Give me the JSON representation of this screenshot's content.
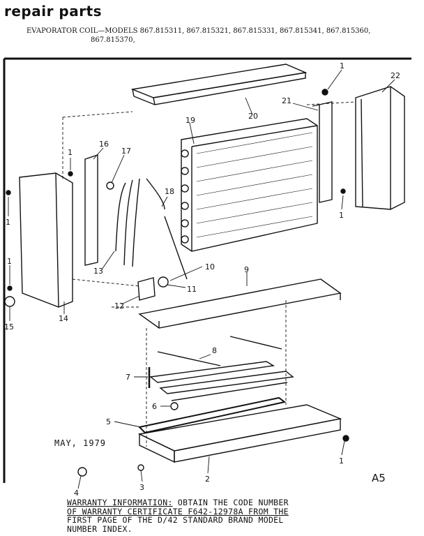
{
  "header": {
    "title": "repair parts",
    "subtitle_lines": [
      "EVAPORATOR COIL—MODELS 867.815311, 867.815321, 867.815331, 867.815341, 867.815360,",
      "867.815370,"
    ]
  },
  "footer": {
    "date": "MAY, 1979",
    "page_code": "A5",
    "warranty_heading": "WARRANTY INFORMATION:",
    "warranty_lines": [
      " OBTAIN THE CODE NUMBER",
      "OF WARRANTY CERTIFICATE F642-12978A FROM THE",
      "FIRST PAGE OF THE D/42 STANDARD BRAND MODEL",
      "NUMBER INDEX."
    ]
  },
  "callouts": [
    {
      "id": "callout-1-top-right",
      "text": "1"
    },
    {
      "id": "callout-22",
      "text": "22"
    },
    {
      "id": "callout-21",
      "text": "21"
    },
    {
      "id": "callout-20",
      "text": "20"
    },
    {
      "id": "callout-19",
      "text": "19"
    },
    {
      "id": "callout-16",
      "text": "16"
    },
    {
      "id": "callout-17",
      "text": "17"
    },
    {
      "id": "callout-1-upper-left",
      "text": "1"
    },
    {
      "id": "callout-1-left",
      "text": "1"
    },
    {
      "id": "callout-18",
      "text": "18"
    },
    {
      "id": "callout-1-right",
      "text": "1"
    },
    {
      "id": "callout-13",
      "text": "13"
    },
    {
      "id": "callout-10",
      "text": "10"
    },
    {
      "id": "callout-11",
      "text": "11"
    },
    {
      "id": "callout-9",
      "text": "9"
    },
    {
      "id": "callout-1-lower-left",
      "text": "1"
    },
    {
      "id": "callout-12",
      "text": "12"
    },
    {
      "id": "callout-14",
      "text": "14"
    },
    {
      "id": "callout-15",
      "text": "15"
    },
    {
      "id": "callout-8",
      "text": "8"
    },
    {
      "id": "callout-7",
      "text": "7"
    },
    {
      "id": "callout-6",
      "text": "6"
    },
    {
      "id": "callout-5",
      "text": "5"
    },
    {
      "id": "callout-1-bottom-right",
      "text": "1"
    },
    {
      "id": "callout-2",
      "text": "2"
    },
    {
      "id": "callout-4",
      "text": "4"
    },
    {
      "id": "callout-3",
      "text": "3"
    }
  ]
}
